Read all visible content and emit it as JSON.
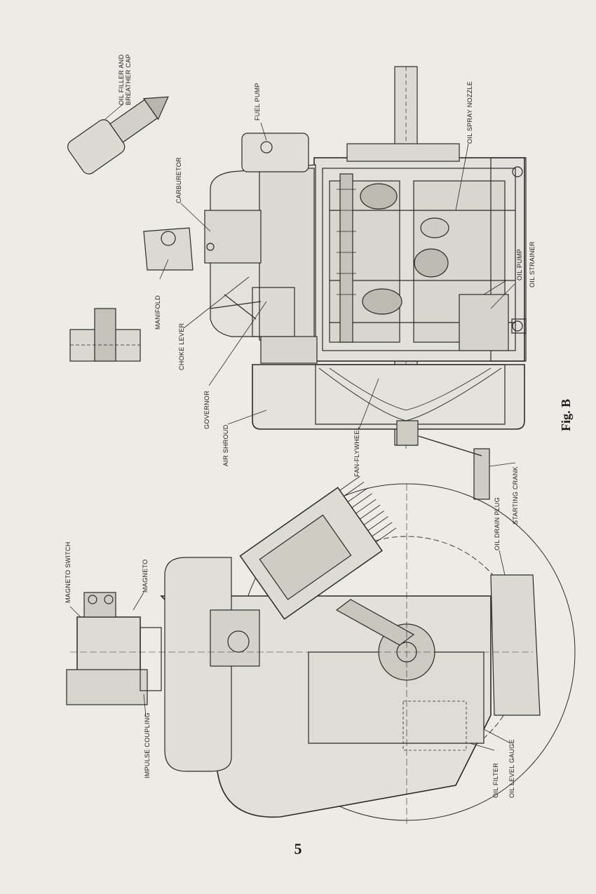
{
  "figure": {
    "caption": "Fig. B",
    "labels": {
      "oil_filler": [
        "OIL FILLER AND",
        "BREATHER CAP"
      ],
      "fuel_pump": "FUEL PUMP",
      "oil_spray_nozzle": "OIL SPRAY NOZZLE",
      "carburetor": "CARBURETOR",
      "manifold": "MANIFOLD",
      "choke_lever": "CHOKE LEVER",
      "governor": "GOVERNOR",
      "air_shroud": "AIR SHROUD",
      "fan_flywheel": "FAN-FLYWHEEL",
      "oil_pump": "OIL PUMP",
      "oil_strainer": "OIL STRAINER",
      "starting_crank": "STARTING CRANK",
      "oil_drain_plug": "OIL DRAIN PLUG",
      "magneto_switch": "MAGNETO SWITCH",
      "magneto": "MAGNETO",
      "impulse_coupling": "IMPULSE COUPLING",
      "oil_filter": "OIL FILTER",
      "oil_level_gauge": "OIL LEVEL GAUGE"
    }
  },
  "page_number": "5"
}
